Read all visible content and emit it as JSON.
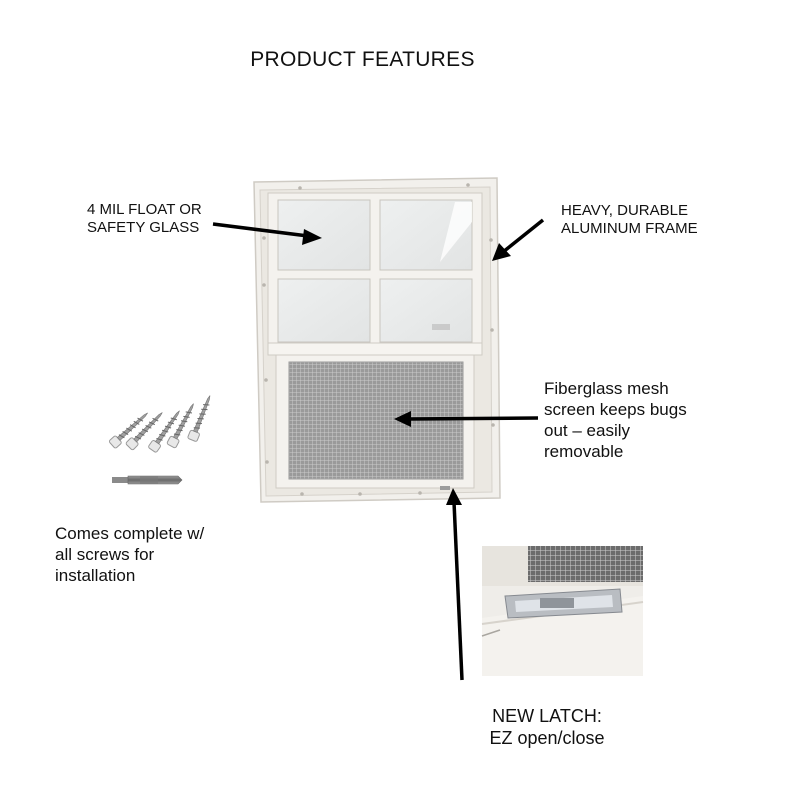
{
  "title": "PRODUCT FEATURES",
  "callouts": {
    "glass": [
      "4 MIL FLOAT OR",
      "SAFETY GLASS"
    ],
    "frame": [
      "HEAVY, DURABLE",
      "ALUMINUM FRAME"
    ],
    "screen": [
      "Fiberglass mesh",
      "screen keeps bugs",
      "out – easily",
      "removable"
    ],
    "screws": [
      "Comes complete w/",
      "all screws for",
      "installation"
    ],
    "latch": [
      "NEW LATCH:",
      "EZ open/close"
    ]
  }
}
